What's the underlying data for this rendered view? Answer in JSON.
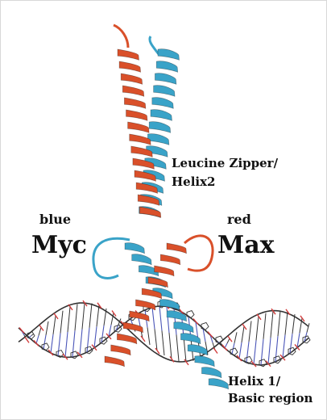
{
  "labels": {
    "zipper_line1": "Leucine Zipper/",
    "zipper_line2": "Helix2",
    "blue_word": "blue",
    "blue_protein": "Myc",
    "red_word": "red",
    "red_protein": "Max",
    "helix1_line1": "Helix 1/",
    "helix1_line2": "Basic region"
  },
  "colors": {
    "myc_helix": "#3aa3c8",
    "max_helix": "#d9502a",
    "dna_backbone": "#333333",
    "dna_oxygen": "#d23b3b",
    "dna_nitrogen": "#4a55b8"
  }
}
